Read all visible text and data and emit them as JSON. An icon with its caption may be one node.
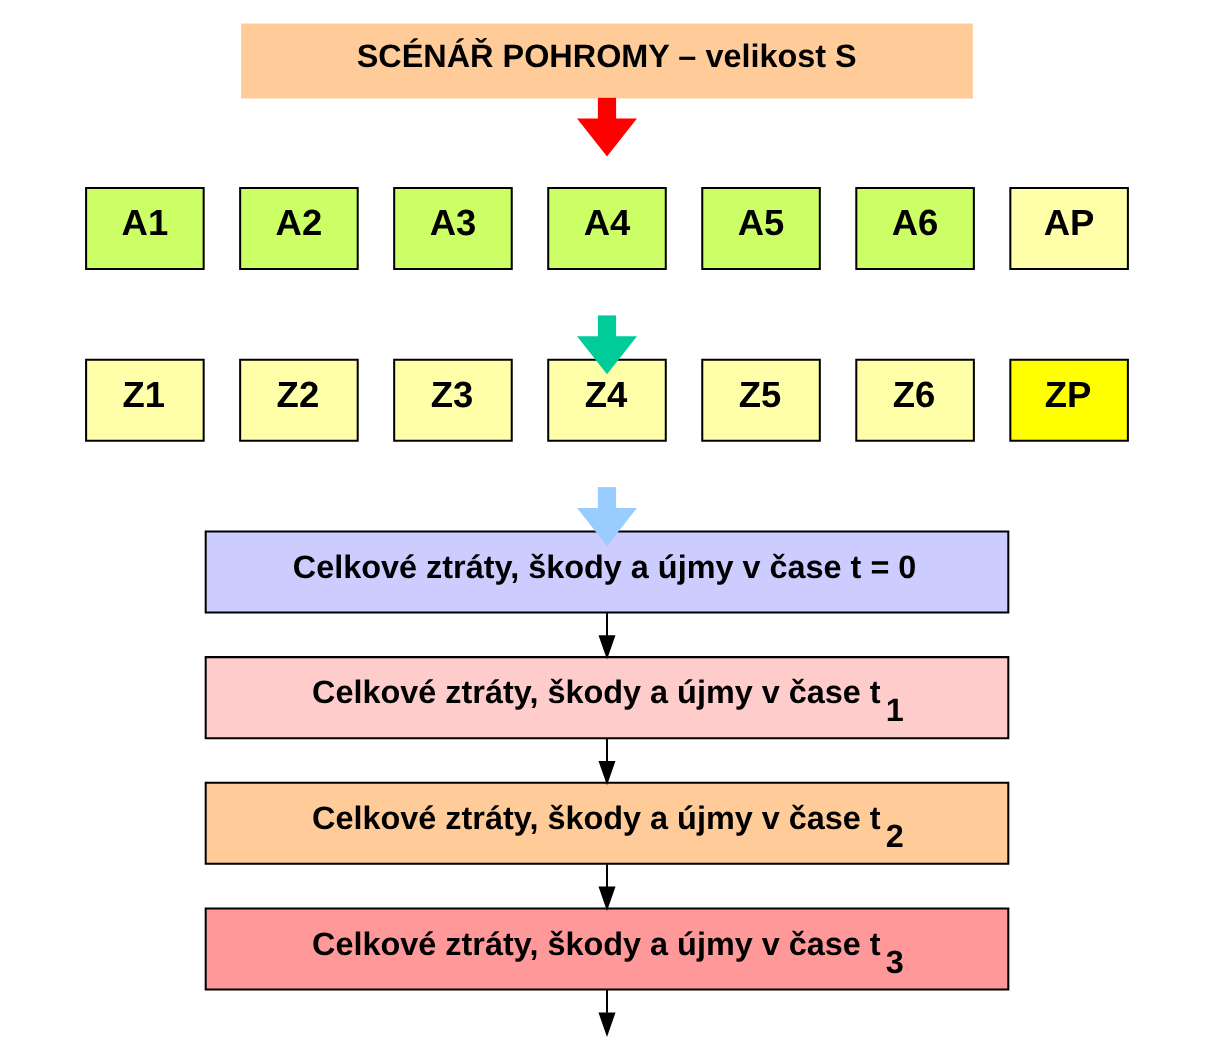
{
  "diagram": {
    "nodes": [
      {
        "text": [
          "SCÉNÁŘ POHROMY – velikost S"
        ]
      },
      {
        "text": [
          "A1"
        ]
      },
      {
        "text": [
          "A2"
        ]
      },
      {
        "text": [
          "A3"
        ]
      },
      {
        "text": [
          "A4"
        ]
      },
      {
        "text": [
          "A5"
        ]
      },
      {
        "text": [
          "A6"
        ]
      },
      {
        "text": [
          "AP"
        ]
      },
      {
        "text": [
          "Z1"
        ]
      },
      {
        "text": [
          "Z2"
        ]
      },
      {
        "text": [
          "Z3"
        ]
      },
      {
        "text": [
          "Z4"
        ]
      },
      {
        "text": [
          "Z5"
        ]
      },
      {
        "text": [
          "Z6"
        ]
      },
      {
        "text": [
          "ZP"
        ]
      },
      {
        "text": [
          "Celkové ztráty, škody a újmy v čase t = 0"
        ]
      },
      {
        "text": [
          "Celkové ztráty, škody a újmy v čase t$_{1}$"
        ]
      },
      {
        "text": [
          "Celkové ztráty, škody a újmy v čase t$_{2}$"
        ]
      },
      {
        "text": [
          "Celkové ztráty, škody a újmy v čase t$_{3}$"
        ]
      }
    ],
    "edges": [
      {
        "from": 0,
        "to": null,
        "arrow": "to",
        "style": "thick",
        "color": "#ff0000"
      },
      {
        "from": null,
        "to": 11,
        "arrow": "to",
        "style": "thick",
        "color": "#00cc99"
      },
      {
        "from": null,
        "to": 15,
        "arrow": "to",
        "style": "thick",
        "color": "#99ccff"
      },
      {
        "from": 15,
        "to": 16,
        "arrow": "to"
      },
      {
        "from": 16,
        "to": 17,
        "arrow": "to"
      },
      {
        "from": 17,
        "to": 18,
        "arrow": "to"
      },
      {
        "from": 18,
        "to": null,
        "arrow": "to"
      }
    ]
  }
}
